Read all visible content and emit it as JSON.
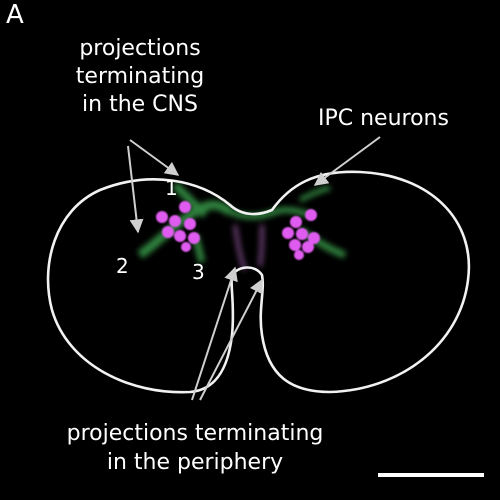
{
  "figure": {
    "panel_letter": "A",
    "labels": {
      "cns_lines": [
        "projections",
        "terminating",
        "in the CNS"
      ],
      "ipc": "IPC neurons",
      "periphery_lines": [
        "projections terminating",
        "in the periphery"
      ],
      "numbers": [
        "1",
        "2",
        "3"
      ]
    },
    "colors": {
      "background": "#000000",
      "outline": "#f2f2f2",
      "cells": "#e05cf0",
      "projections": "#3fae52",
      "text": "#ffffff"
    },
    "icons": {
      "arrow": "arrow-icon",
      "scale_bar": "scale-bar"
    }
  }
}
